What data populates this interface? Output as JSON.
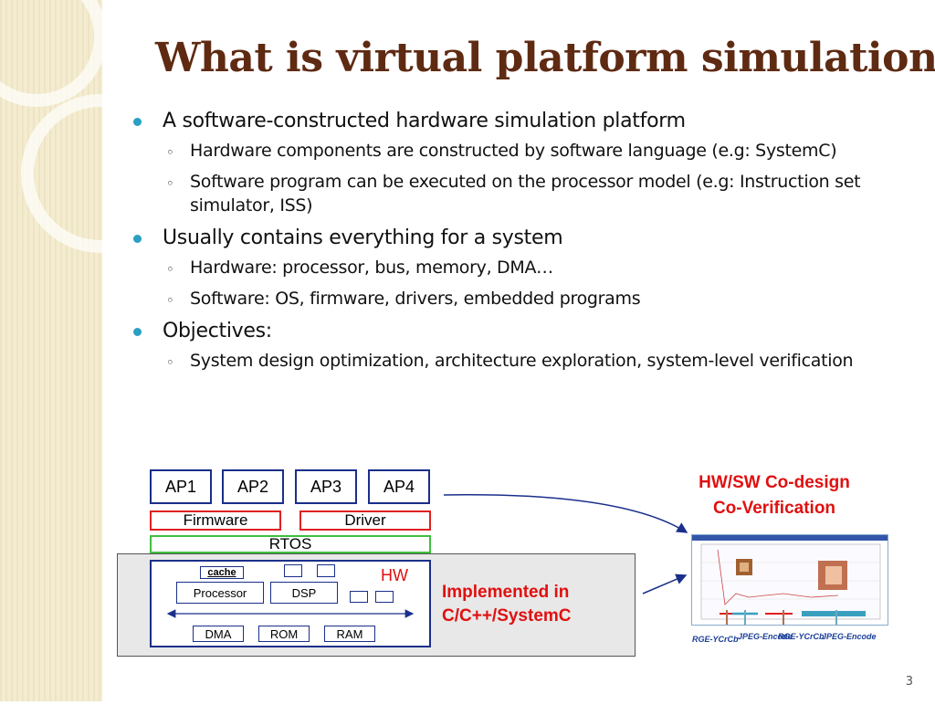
{
  "title": "What is virtual platform simulation",
  "bullets": [
    {
      "text": "A software-constructed hardware simulation platform",
      "subs": [
        "Hardware components are constructed by software language (e.g: SystemC)",
        "Software program can be executed on the processor model (e.g: Instruction set simulator, ISS)"
      ]
    },
    {
      "text": "Usually contains everything for a system",
      "subs": [
        "Hardware: processor, bus, memory, DMA…",
        "Software: OS, firmware, drivers, embedded programs"
      ]
    },
    {
      "text": "Objectives:",
      "subs": [
        "System design optimization, architecture exploration, system-level verification"
      ]
    }
  ],
  "diagram": {
    "apps": [
      "AP1",
      "AP2",
      "AP3",
      "AP4"
    ],
    "firmware": "Firmware",
    "driver": "Driver",
    "rtos": "RTOS",
    "hw_label": "HW",
    "cache": "cache",
    "processor": "Processor",
    "dsp": "DSP",
    "dma": "DMA",
    "rom": "ROM",
    "ram": "RAM",
    "implemented_line1": "Implemented in",
    "implemented_line2": "C/C++/SystemC",
    "codesign_line1": "HW/SW Co-design",
    "codesign_line2": "Co-Verification",
    "screenshot_labels": [
      "RGE-YCrCb",
      "JPEG-Encode",
      "RGE-YCrCb",
      "JPEG-Encode"
    ]
  },
  "colors": {
    "title": "#5e2a12",
    "bullet": "#2a9fc0",
    "accent_red": "#e01010",
    "box_border": "#1a2f8a"
  },
  "page_number": "3"
}
